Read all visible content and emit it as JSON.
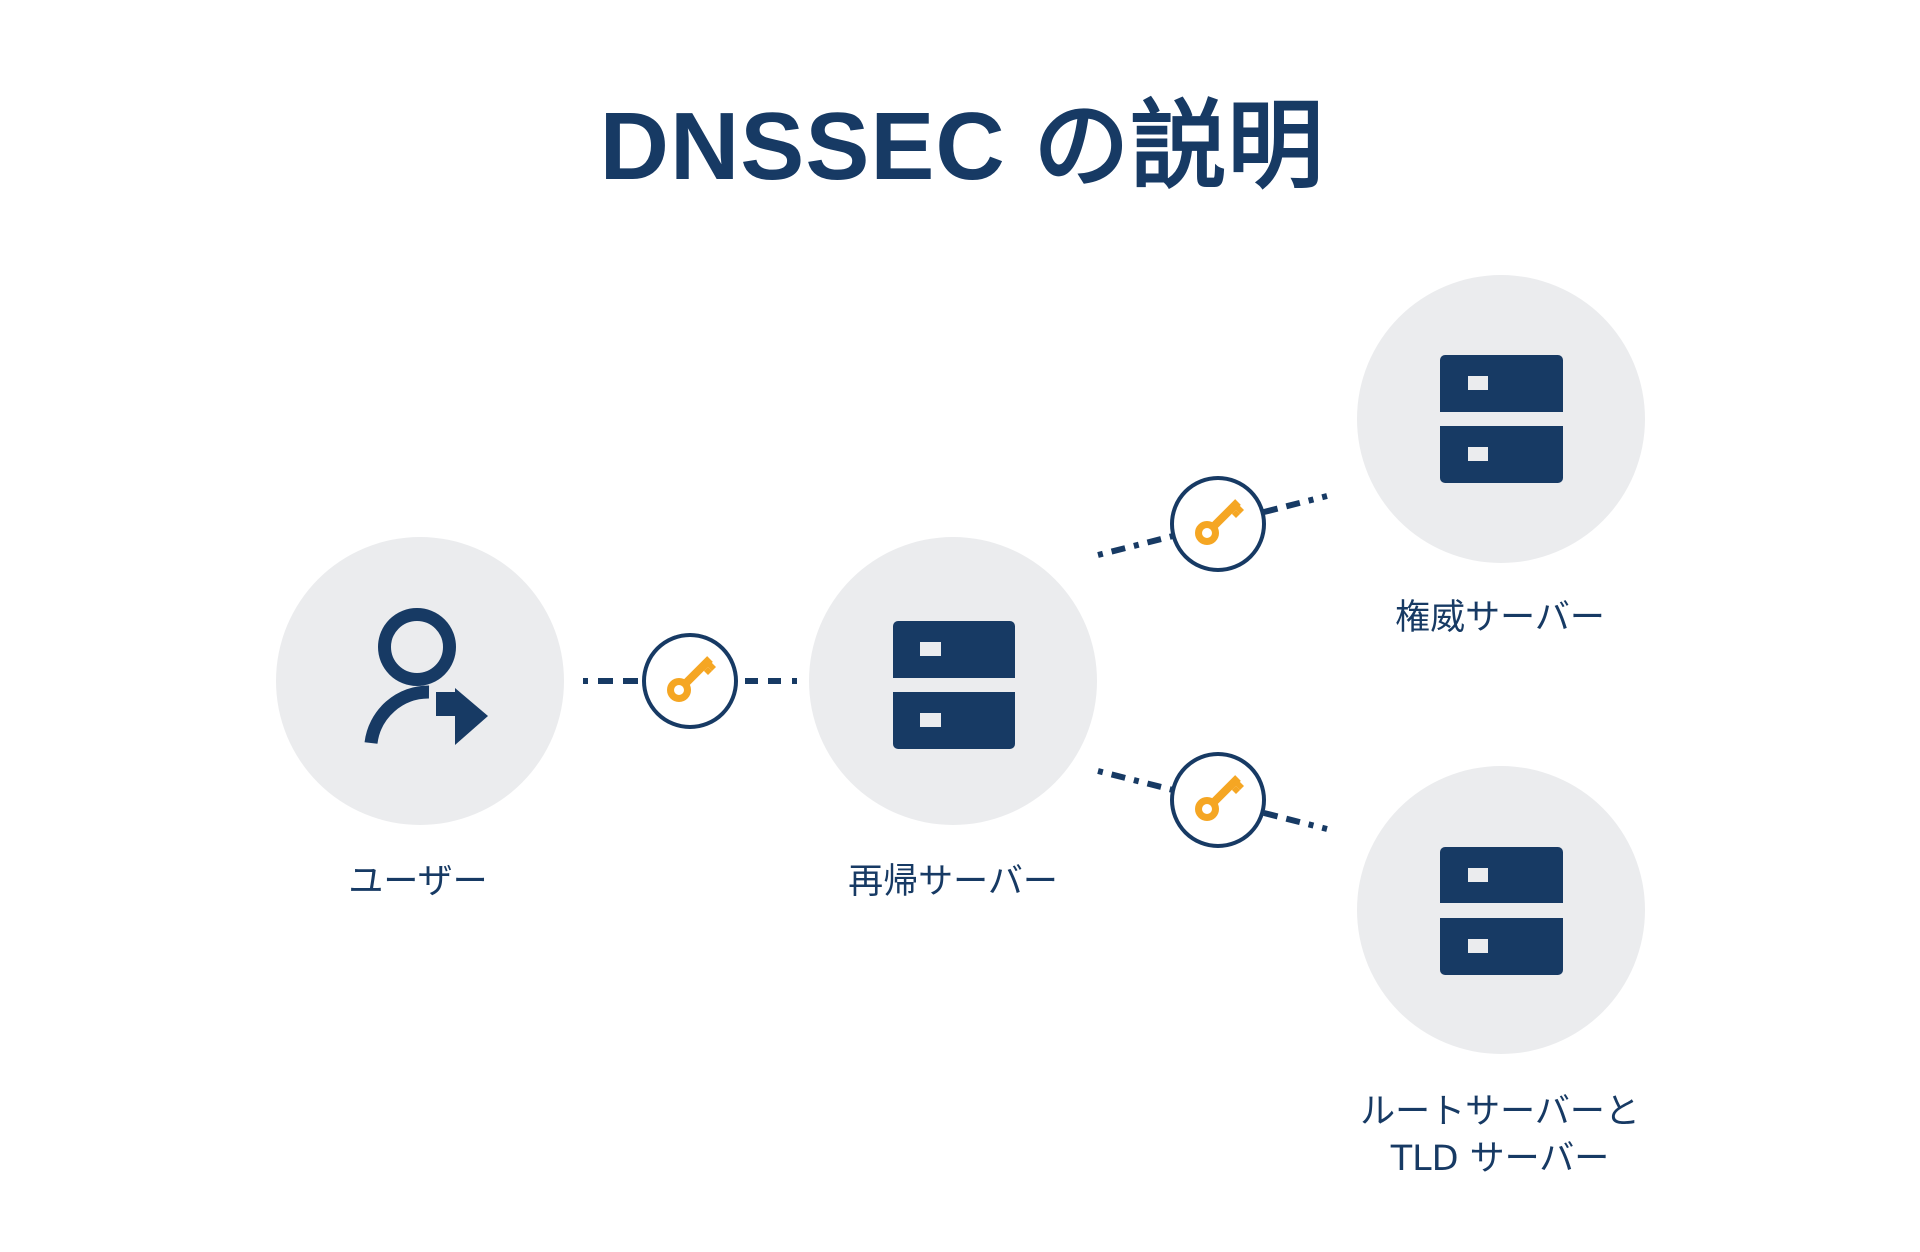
{
  "title": "DNSSEC の説明",
  "colors": {
    "navy": "#173A64",
    "node_fill": "#EBECEE",
    "key": "#F5A623",
    "background": "#FFFFFF"
  },
  "nodes": [
    {
      "id": "user",
      "label": "ユーザー",
      "icon": "user-arrow-icon"
    },
    {
      "id": "recursive",
      "label": "再帰サーバー",
      "icon": "server-icon"
    },
    {
      "id": "authoritative",
      "label": "権威サーバー",
      "icon": "server-icon"
    },
    {
      "id": "root",
      "label_lines": [
        "ルートサーバーと",
        "TLD サーバー"
      ],
      "icon": "server-icon"
    }
  ],
  "connections": [
    {
      "from": "user",
      "to": "recursive",
      "icon": "key-icon"
    },
    {
      "from": "recursive",
      "to": "authoritative",
      "icon": "key-icon"
    },
    {
      "from": "recursive",
      "to": "root",
      "icon": "key-icon"
    }
  ]
}
